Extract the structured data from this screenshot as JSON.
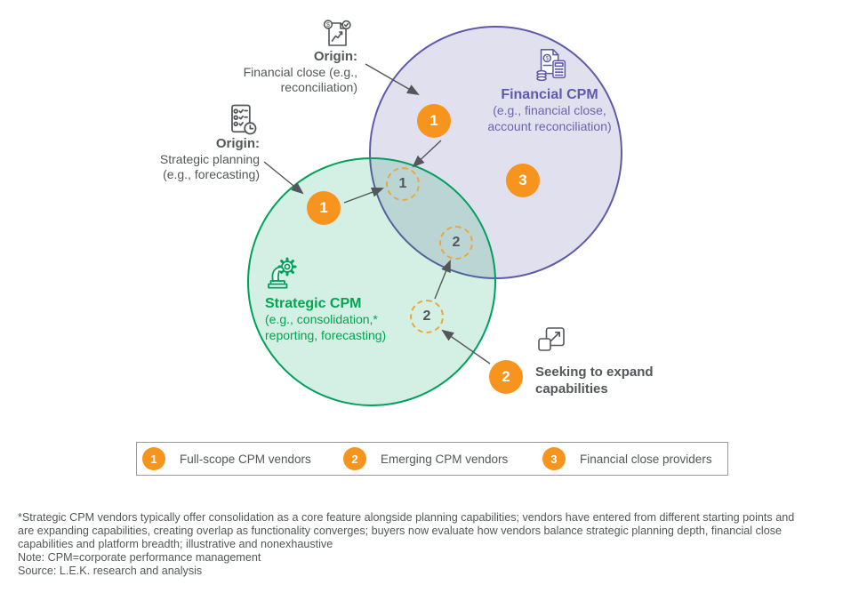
{
  "diagram": {
    "origin_financial": {
      "label": "Origin:",
      "line1": "Financial close (e.g.,",
      "line2": "reconciliation)"
    },
    "origin_strategic": {
      "label": "Origin:",
      "line1": "Strategic planning",
      "line2": "(e.g., forecasting)"
    },
    "financial_cpm": {
      "title": "Financial CPM",
      "line1": "(e.g., financial close,",
      "line2": "account reconciliation)"
    },
    "strategic_cpm": {
      "title": "Strategic CPM",
      "line1": "(e.g., consolidation,*",
      "line2": "reporting, forecasting)"
    },
    "seeking": {
      "line1": "Seeking to expand",
      "line2": "capabilities"
    },
    "markers": {
      "financial_entry": "1",
      "strategic_entry": "1",
      "overlap_one": "1",
      "overlap_two": "2",
      "outside_two": "2",
      "seeking_two": "2",
      "three": "3"
    }
  },
  "legend": {
    "items": [
      {
        "num": "1",
        "label": "Full-scope CPM vendors"
      },
      {
        "num": "2",
        "label": "Emerging CPM vendors"
      },
      {
        "num": "3",
        "label": "Financial close providers"
      }
    ]
  },
  "footnote": {
    "lines": [
      "*Strategic CPM vendors typically offer consolidation as a core feature alongside planning capabilities; vendors have entered from different starting points and",
      "are expanding capabilities, creating overlap as functionality converges; buyers now evaluate how vendors balance strategic planning depth, financial close",
      "capabilities and platform breadth; illustrative and nonexhaustive",
      "Note: CPM=corporate performance management",
      "Source: L.E.K. research and analysis"
    ]
  },
  "colors": {
    "orange": "#F7941E",
    "purple": "#5F5AA8",
    "green": "#00A651",
    "gray_text": "#53565A"
  }
}
